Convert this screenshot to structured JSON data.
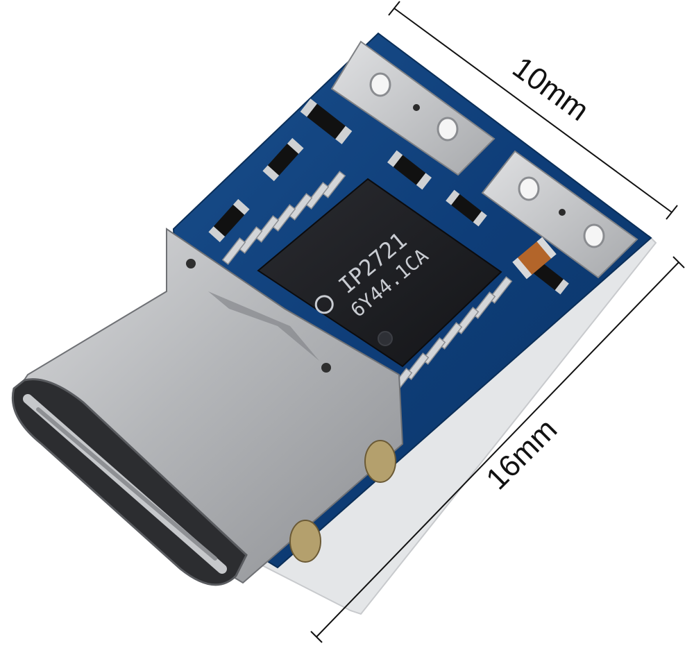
{
  "image": {
    "subject": "usb-c-pd-trigger-board",
    "colors": {
      "background": "#ffffff",
      "pcb": "#0d3f7a",
      "pcb_edge": "#e6e8ea",
      "metal": "#b7b9bc",
      "chip": "#1b1c20",
      "dimension_line": "#111111"
    }
  },
  "dimensions": {
    "width_label": "10mm",
    "length_label": "16mm"
  },
  "chip": {
    "line1": "IP2721",
    "line2": "6Y44.1CA"
  }
}
